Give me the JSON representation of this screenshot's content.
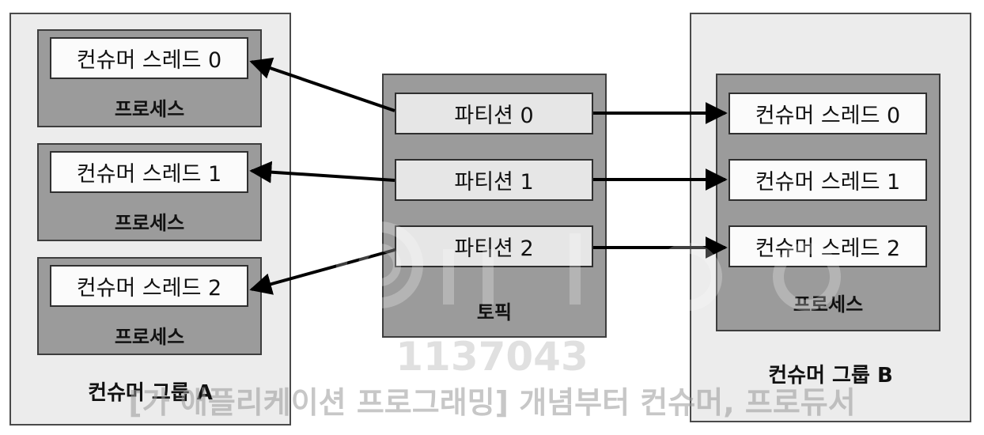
{
  "group_a": {
    "label": "컨슈머 그룹 A",
    "processes": [
      {
        "thread": "컨슈머 스레드 0",
        "label": "프로세스"
      },
      {
        "thread": "컨슈머 스레드 1",
        "label": "프로세스"
      },
      {
        "thread": "컨슈머 스레드 2",
        "label": "프로세스"
      }
    ]
  },
  "topic": {
    "label": "토픽",
    "partitions": [
      "파티션 0",
      "파티션 1",
      "파티션 2"
    ]
  },
  "group_b": {
    "label": "컨슈머 그룹 B",
    "process_label": "프로세스",
    "threads": [
      "컨슈머 스레드 0",
      "컨슈머 스레드 1",
      "컨슈머 스레드 2"
    ]
  },
  "watermark": {
    "id": "1137043",
    "caption": "[가 애플리케이션 프로그래밍] 개념부터 컨슈머, 프로듀서"
  },
  "colors": {
    "process_fill": "#9b9b9b",
    "group_fill": "#ececec",
    "arrow": "#000000"
  }
}
